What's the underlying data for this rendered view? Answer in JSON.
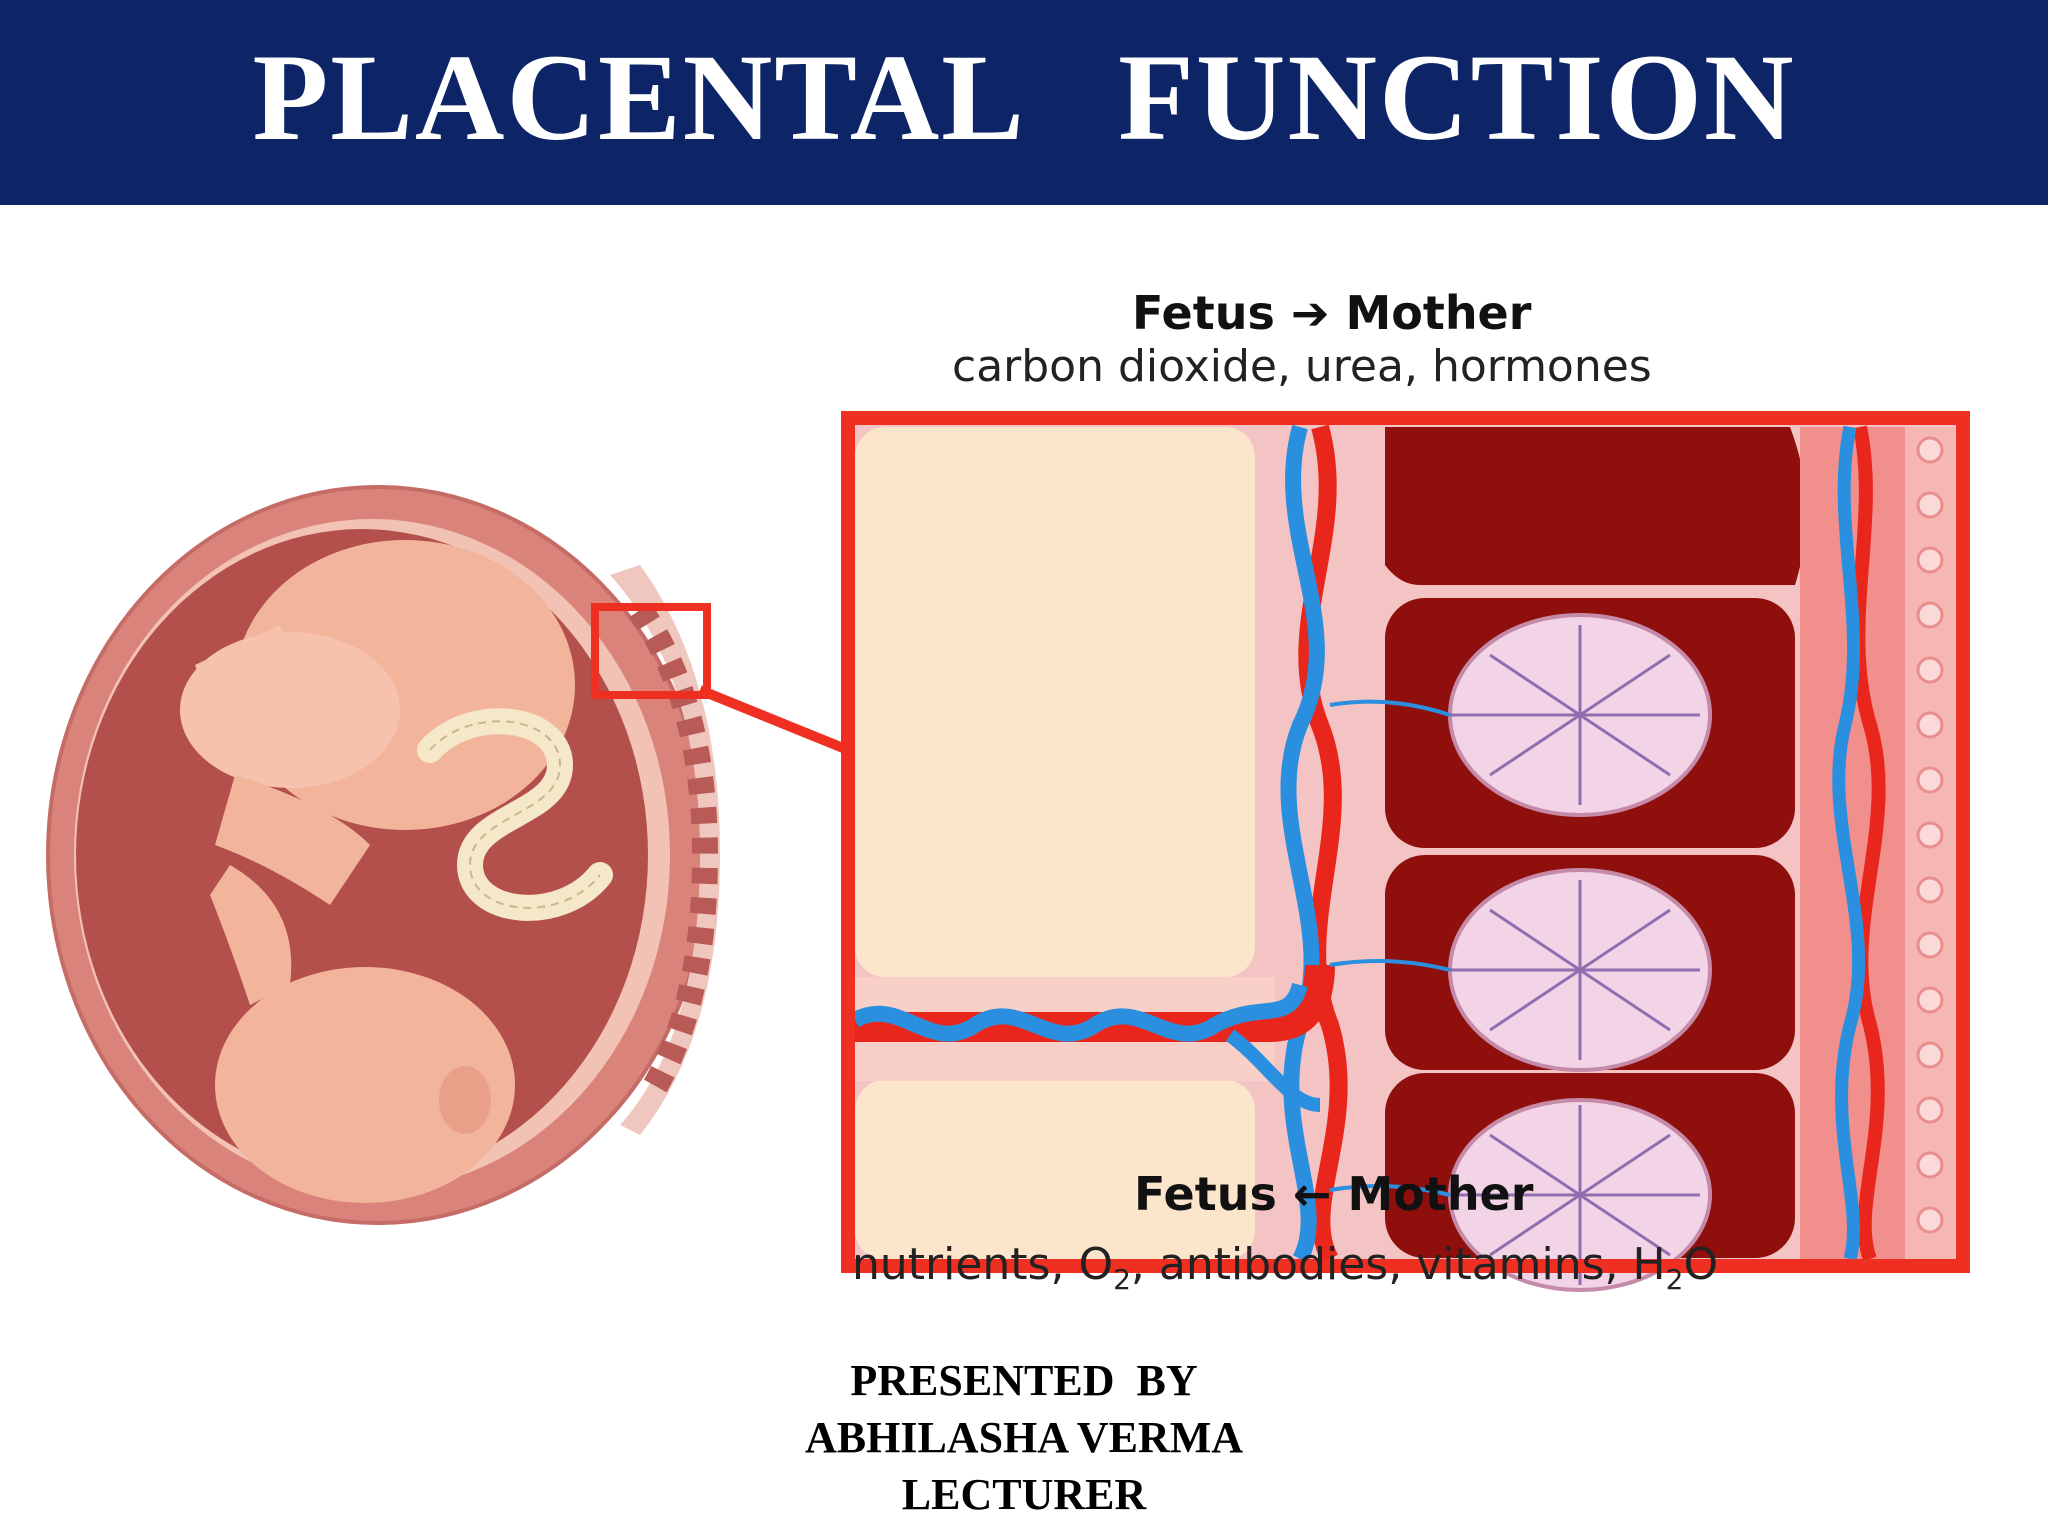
{
  "header": {
    "title": "PLACENTAL   FUNCTION"
  },
  "diagram": {
    "top_label": {
      "heading": "Fetus ➔ Mother",
      "substances": "carbon dioxide, urea, hormones"
    },
    "bottom_label": {
      "heading": "Fetus ← Mother",
      "substances_parts": {
        "a": "nutrients, O",
        "a_sub": "2",
        "b": ", antibodies, vitamins, H",
        "b_sub": "2",
        "c": "O"
      }
    },
    "colors": {
      "frame": "#ee2f22",
      "artery": "#e8261c",
      "vein": "#2b8fe0",
      "maternal_space": "#8f0f0c",
      "villi": "#f3d3e6",
      "uterus": "#d97e76",
      "fetus_skin": "#f3b49c"
    }
  },
  "footer": {
    "line1": "PRESENTED  BY",
    "line2": "ABHILASHA VERMA",
    "line3": "LECTURER"
  }
}
